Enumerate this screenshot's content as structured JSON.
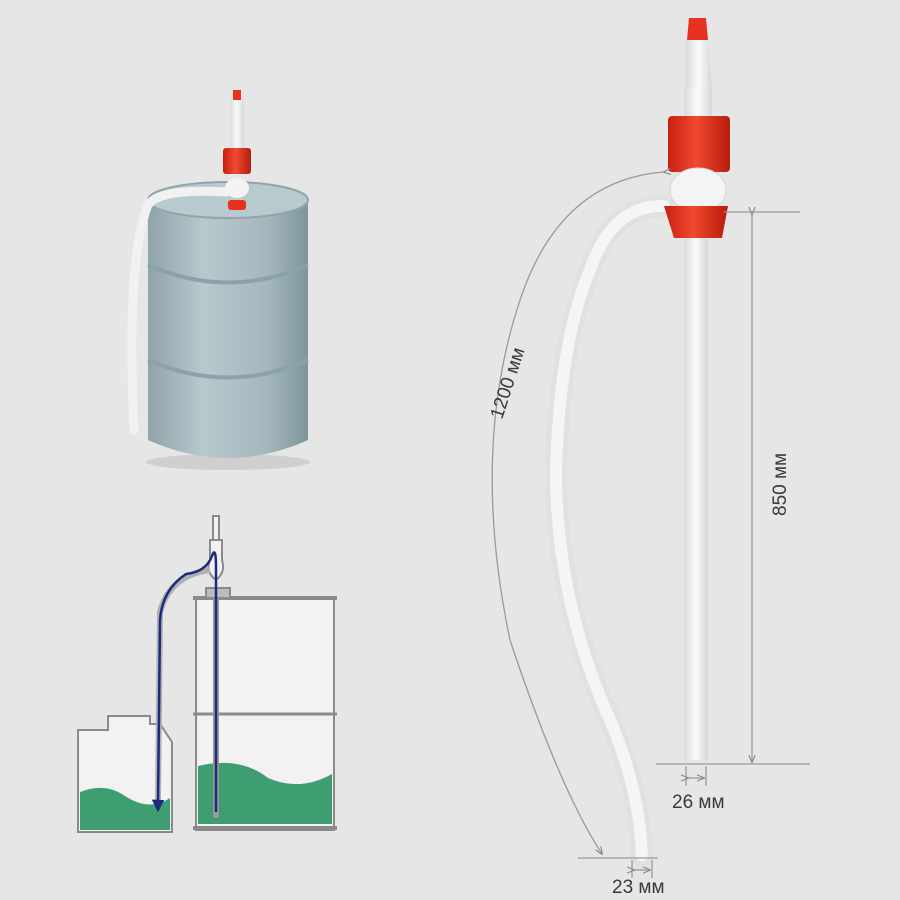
{
  "dimensions": {
    "hose_length": "1200 мм",
    "tube_length": "850 мм",
    "tube_diameter": "26 мм",
    "hose_diameter": "23 мм"
  },
  "colors": {
    "background": "#e6e6e6",
    "barrel": "#a9bcc2",
    "pump_red": "#e8311e",
    "liquid": "#3f9d72",
    "flow_arrow": "#1b2a7a",
    "dimension_line": "#9a9a9a"
  }
}
